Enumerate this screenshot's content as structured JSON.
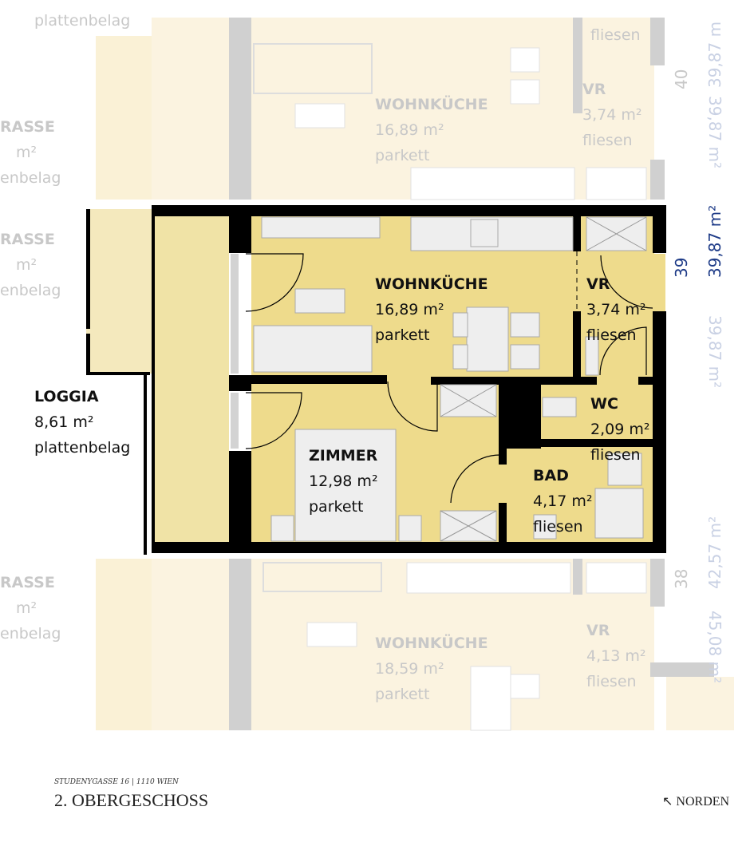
{
  "colors": {
    "room": "#eedb8c",
    "loggia": "#f0e3a6",
    "faded_room": "#fbf3e0",
    "wall": "#000000",
    "faded_wall": "#c8c8c8",
    "highlight_label": "#1f3c88"
  },
  "unit": {
    "rooms": [
      {
        "name": "WOHNKÜCHE",
        "area": "16,89 m²",
        "floor": "parkett"
      },
      {
        "name": "VR",
        "area": "3,74 m²",
        "floor": "fliesen"
      },
      {
        "name": "WC",
        "area": "2,09 m²",
        "floor": "fliesen"
      },
      {
        "name": "ZIMMER",
        "area": "12,98 m²",
        "floor": "parkett"
      },
      {
        "name": "BAD",
        "area": "4,17 m²",
        "floor": "fliesen"
      },
      {
        "name": "LOGGIA",
        "area": "8,61 m²",
        "floor": "plattenbelag"
      }
    ],
    "number": "39",
    "total_area": "39,87 m²"
  },
  "neighbors": {
    "above": {
      "wohnkueche": {
        "name": "WOHNKÜCHE",
        "area": "16,89 m²",
        "floor": "parkett"
      },
      "vr": {
        "name": "VR",
        "area": "3,74 m²",
        "floor": "fliesen"
      },
      "top_floor": "fliesen",
      "top_left": "plattenbelag",
      "terrasse": {
        "name": "RASSE",
        "area": "m²",
        "floor": "enbelag"
      },
      "number": "40",
      "area_top": "39,87 m",
      "area": "39,87 m²"
    },
    "middle": {
      "terrasse": {
        "name": "RASSE",
        "area": "m²",
        "floor": "enbelag"
      },
      "area_below": "39,87 m²"
    },
    "below": {
      "wohnkueche": {
        "name": "WOHNKÜCHE",
        "area": "18,59 m²",
        "floor": "parkett"
      },
      "vr": {
        "name": "VR",
        "area": "4,13 m²",
        "floor": "fliesen"
      },
      "terrasse": {
        "name": "RASSE",
        "area": "m²",
        "floor": "enbelag"
      },
      "number": "38",
      "area": "42,57 m²",
      "area2": "45,08 m²"
    }
  },
  "footer": {
    "address": "STUDENYGASSE 16 | 1110 WIEN",
    "floor": "2. OBERGESCHOSS",
    "north": "↖ NORDEN"
  }
}
